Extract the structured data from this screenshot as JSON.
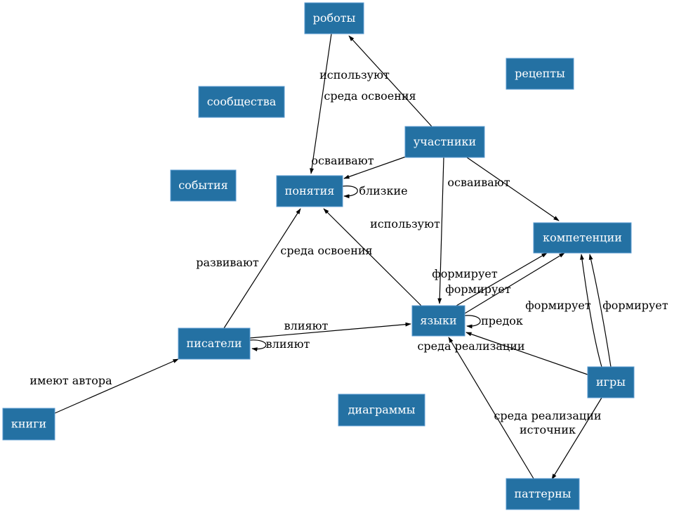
{
  "diagram": {
    "type": "directed-graph",
    "node_color": "#2471a3",
    "text_color": "#ffffff",
    "edge_color": "#000000",
    "nodes": [
      {
        "id": "roboty",
        "label": "роботы"
      },
      {
        "id": "recepty",
        "label": "рецепты"
      },
      {
        "id": "soobshchestva",
        "label": "сообщества"
      },
      {
        "id": "uchastniki",
        "label": "участники"
      },
      {
        "id": "sobytiya",
        "label": "события"
      },
      {
        "id": "ponyatiya",
        "label": "понятия"
      },
      {
        "id": "kompetencii",
        "label": "компетенции"
      },
      {
        "id": "yazyki",
        "label": "языки"
      },
      {
        "id": "pisateli",
        "label": "писатели"
      },
      {
        "id": "igry",
        "label": "игры"
      },
      {
        "id": "knigi",
        "label": "книги"
      },
      {
        "id": "diagrammy",
        "label": "диаграммы"
      },
      {
        "id": "patterny",
        "label": "паттерны"
      }
    ],
    "edges": [
      {
        "from": "roboty",
        "to": "ponyatiya",
        "label": "используют"
      },
      {
        "from": "uchastniki",
        "to": "roboty",
        "label": "среда освоения"
      },
      {
        "from": "uchastniki",
        "to": "ponyatiya",
        "label": "осваивают"
      },
      {
        "from": "ponyatiya",
        "to": "ponyatiya",
        "label": "близкие"
      },
      {
        "from": "uchastniki",
        "to": "kompetencii",
        "label": "осваивают"
      },
      {
        "from": "uchastniki",
        "to": "yazyki",
        "label": "используют"
      },
      {
        "from": "yazyki",
        "to": "ponyatiya",
        "label": "среда освоения"
      },
      {
        "from": "pisateli",
        "to": "ponyatiya",
        "label": "развивают"
      },
      {
        "from": "yazyki",
        "to": "kompetencii",
        "label": "формирует"
      },
      {
        "from": "yazyki",
        "to": "kompetencii",
        "label": "формирует"
      },
      {
        "from": "yazyki",
        "to": "yazyki",
        "label": "предок"
      },
      {
        "from": "igry",
        "to": "kompetencii",
        "label": "формирует"
      },
      {
        "from": "igry",
        "to": "kompetencii",
        "label": "формирует"
      },
      {
        "from": "pisateli",
        "to": "yazyki",
        "label": "влияют"
      },
      {
        "from": "pisateli",
        "to": "pisateli",
        "label": "влияют"
      },
      {
        "from": "igry",
        "to": "yazyki",
        "label": "среда реализации"
      },
      {
        "from": "knigi",
        "to": "pisateli",
        "label": "имеют автора"
      },
      {
        "from": "patterny",
        "to": "yazyki",
        "label": "среда реализации"
      },
      {
        "from": "igry",
        "to": "patterny",
        "label": "источник"
      }
    ]
  }
}
